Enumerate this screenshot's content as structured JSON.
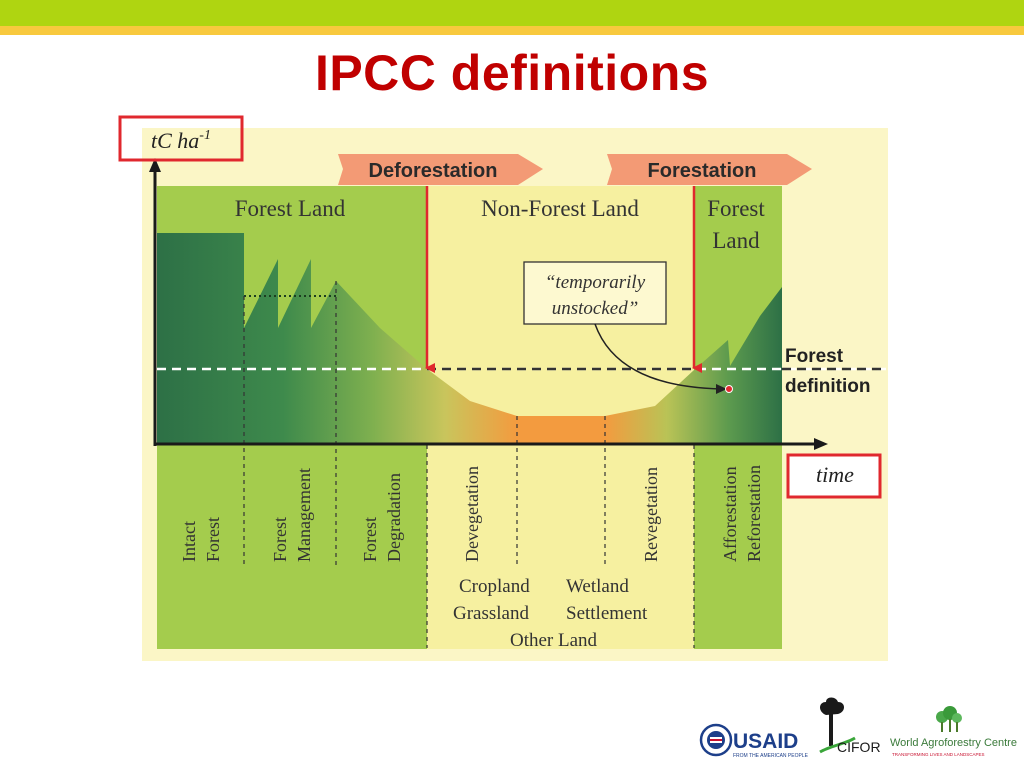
{
  "title": "IPCC definitions",
  "axes": {
    "y_label": "tC ha",
    "y_label_sup": "-1",
    "x_label": "time"
  },
  "arrows": {
    "deforestation": "Deforestation",
    "forestation": "Forestation"
  },
  "land_headers": {
    "forest_land_left": "Forest Land",
    "non_forest_land": "Non-Forest Land",
    "forest_land_right_line1": "Forest",
    "forest_land_right_line2": "Land"
  },
  "callout": {
    "line1": "“temporarily",
    "line2": "unstocked”"
  },
  "forest_definition": {
    "line1": "Forest",
    "line2": "definition"
  },
  "phases": {
    "intact_1": "Intact",
    "intact_2": "Forest",
    "management_1": "Forest",
    "management_2": "Management",
    "degradation_1": "Forest",
    "degradation_2": "Degradation",
    "devegetation": "Devegetation",
    "revegetation": "Revegetation",
    "afforestation": "Afforestation",
    "reforestation": "Reforestation"
  },
  "land_uses": {
    "cropland": "Cropland",
    "wetland": "Wetland",
    "grassland": "Grassland",
    "settlement": "Settlement",
    "other_land": "Other Land"
  },
  "logos": {
    "usaid": "USAID",
    "usaid_tagline": "FROM THE AMERICAN PEOPLE",
    "cifor": "CIFOR",
    "icraf": "World Agroforestry Centre",
    "icraf_tagline": "TRANSFORMING LIVES AND LANDSCAPES"
  },
  "colors": {
    "title_red": "#c00000",
    "forest_dark": "#2d7046",
    "forest_light": "#a4cc4d",
    "nonforest_bg": "#f6f0a0",
    "bare_orange": "#f39b3f",
    "arrow_salmon": "#f39a75",
    "highlight_red": "#e0282e"
  }
}
